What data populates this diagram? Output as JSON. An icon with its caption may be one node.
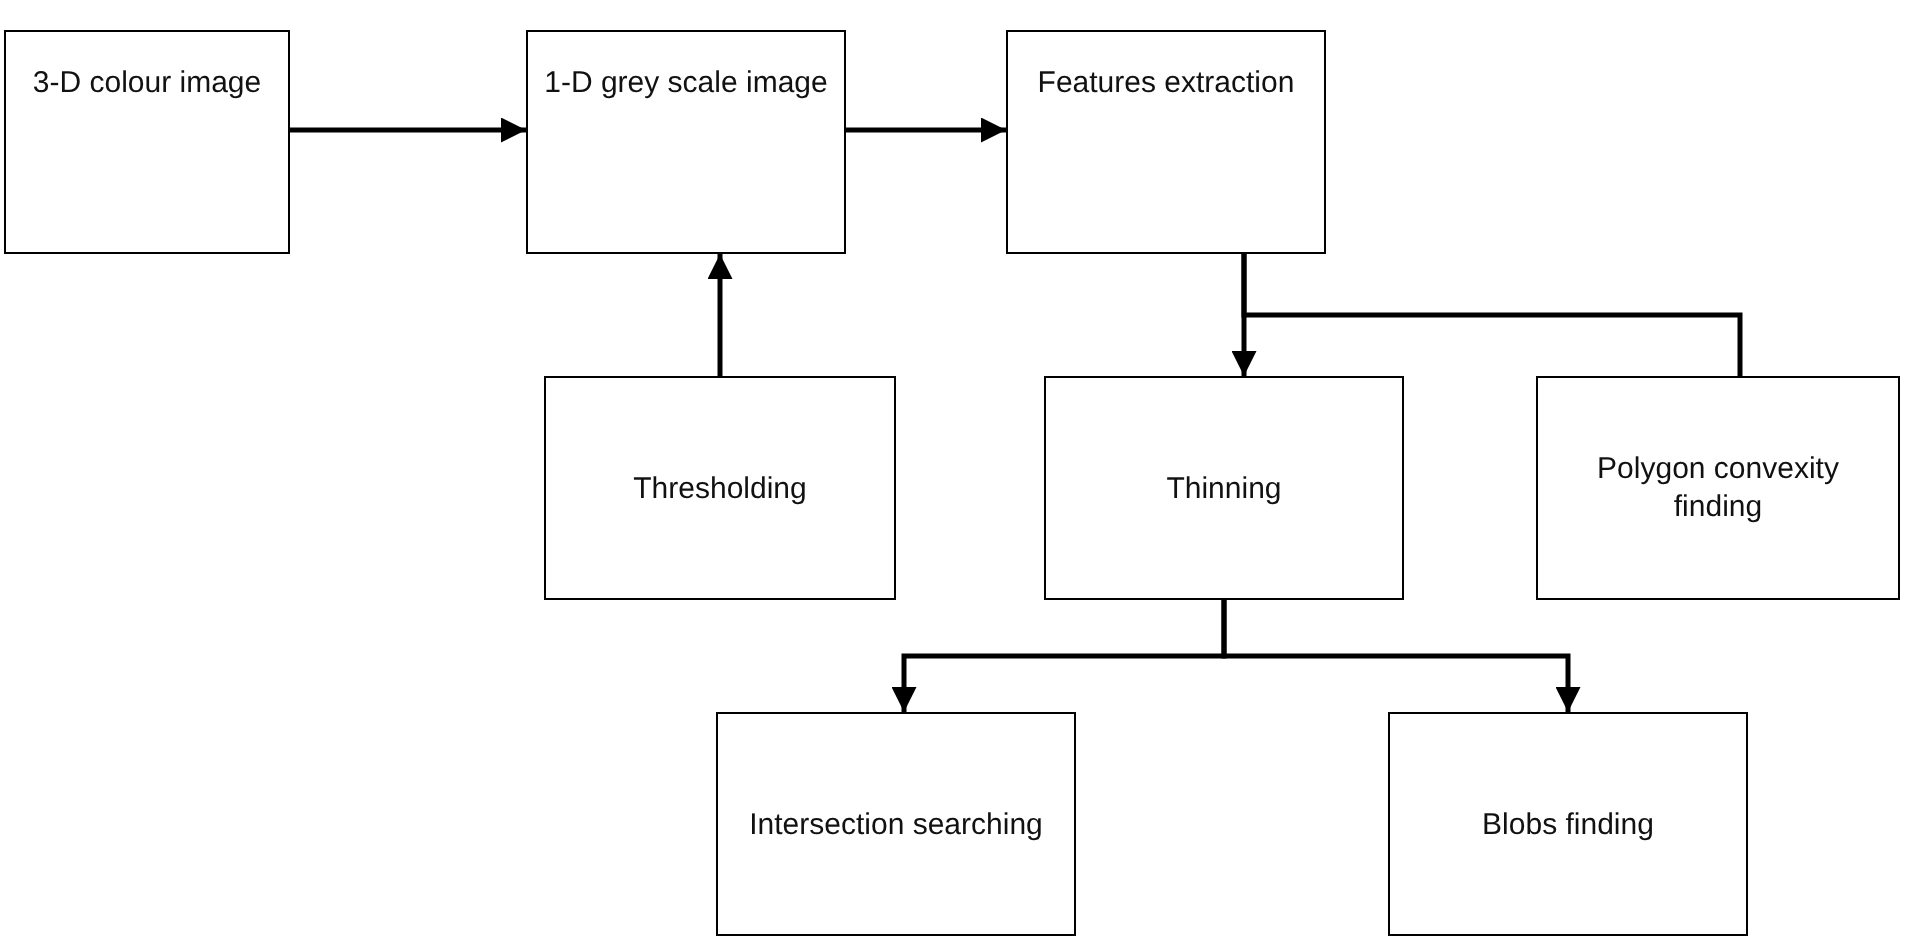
{
  "diagram": {
    "nodes": [
      {
        "text": [
          "3-D colour image"
        ]
      },
      {
        "text": [
          "1-D grey scale image"
        ]
      },
      {
        "text": [
          "Features extraction"
        ]
      },
      {
        "text": [
          "Thresholding"
        ]
      },
      {
        "text": [
          "Thinning"
        ]
      },
      {
        "text": [
          "Polygon convexity finding"
        ]
      },
      {
        "text": [
          "Intersection searching"
        ]
      },
      {
        "text": [
          "Blobs finding"
        ]
      }
    ],
    "edges": [
      {
        "from": 0,
        "to": 1,
        "arrow": "to"
      },
      {
        "from": 1,
        "to": 2,
        "arrow": "to"
      },
      {
        "from": 3,
        "to": 1,
        "arrow": "to"
      },
      {
        "from": 2,
        "to": 4,
        "arrow": "to"
      },
      {
        "from": 2,
        "to": 5,
        "arrow": "none"
      },
      {
        "from": 4,
        "to": 6,
        "arrow": "to"
      },
      {
        "from": 4,
        "to": 7,
        "arrow": "to"
      }
    ]
  }
}
